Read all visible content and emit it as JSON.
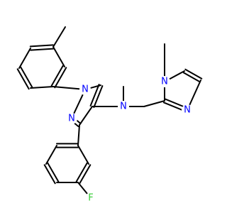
{
  "molecule": {
    "atoms": {
      "n_pyrazole_1": {
        "text": "N",
        "color": "#0000ff"
      },
      "n_pyrazole_2": {
        "text": "N",
        "color": "#0000ff"
      },
      "n_amine": {
        "text": "N",
        "color": "#0000ff"
      },
      "n_imidazole_1": {
        "text": "N",
        "color": "#0000ff"
      },
      "n_imidazole_3": {
        "text": "N",
        "color": "#0000ff"
      },
      "f_fluoro": {
        "text": "F",
        "color": "#33cc33"
      }
    }
  }
}
